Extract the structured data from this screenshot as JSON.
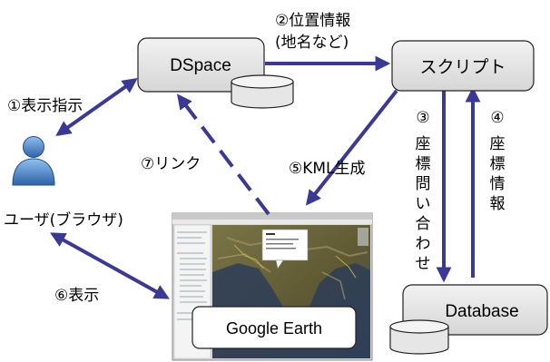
{
  "nodes": {
    "dspace": "DSpace",
    "script": "スクリプト",
    "database": "Database",
    "user": "ユーザ(ブラウザ)",
    "google_earth": "Google Earth"
  },
  "edges": {
    "e1": "①表示指示",
    "e2_line1": "②位置情報",
    "e2_line2": "(地名など)",
    "e3_num": "③",
    "e3_chars": [
      "座",
      "標",
      "問",
      "い",
      "合",
      "わ",
      "せ"
    ],
    "e4_num": "④",
    "e4_chars": [
      "座",
      "標",
      "情",
      "報"
    ],
    "e5": "⑤KML生成",
    "e6": "⑥表示",
    "e7": "⑦リンク"
  },
  "colors": {
    "arrow": "#3a3a96",
    "box_fill": "#e4e4e4",
    "box_stroke": "#222222",
    "user_icon": "#5b8fcf",
    "map_land": "#6f6a3e",
    "map_sea": "#2c3d5a"
  }
}
